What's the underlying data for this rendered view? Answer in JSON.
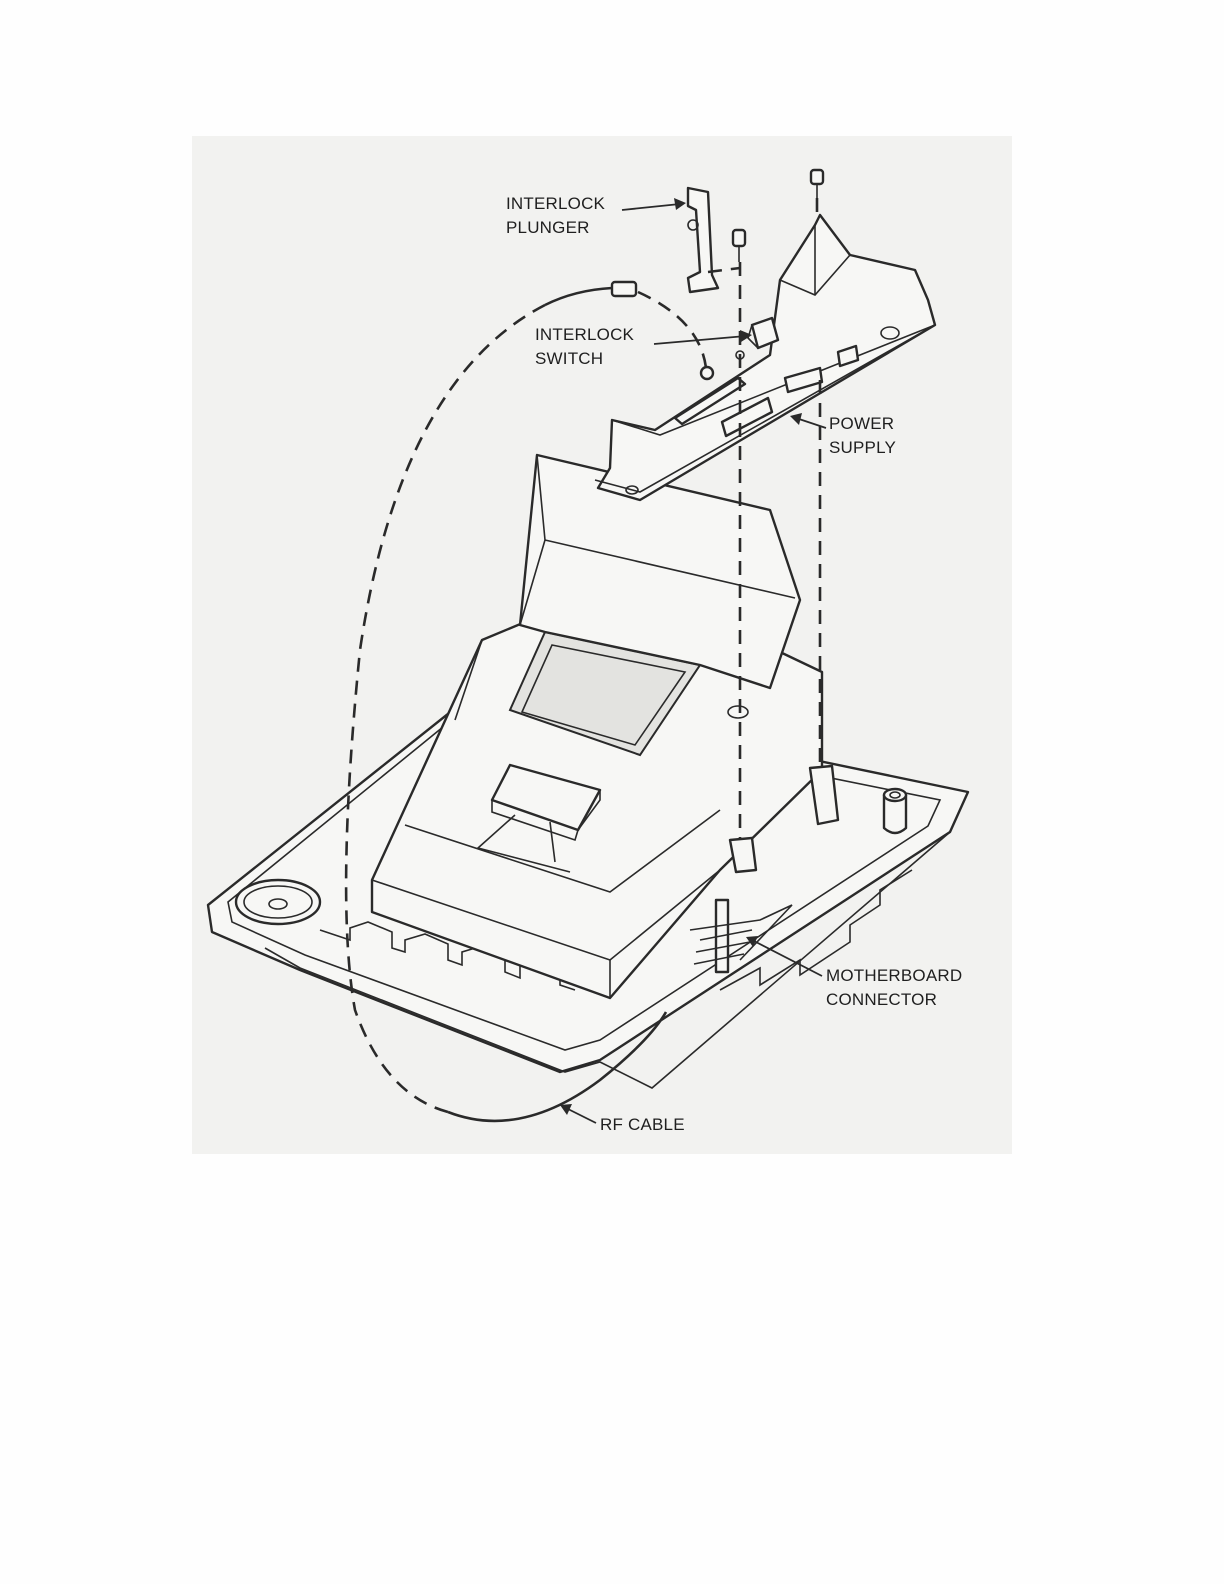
{
  "figure": {
    "labels": {
      "interlock_plunger": [
        "INTERLOCK",
        "PLUNGER"
      ],
      "interlock_switch": [
        "INTERLOCK",
        "SWITCH"
      ],
      "power_supply": [
        "POWER",
        "SUPPLY"
      ],
      "motherboard_connector": [
        "MOTHERBOARD",
        "CONNECTOR"
      ],
      "rf_cable": "RF CABLE"
    },
    "parts": [
      "base-tray",
      "crt-housing",
      "open-cover-flap",
      "power-supply-board",
      "interlock-plunger",
      "interlock-switch",
      "mounting-screw",
      "motherboard-connector",
      "rf-cable",
      "speaker",
      "standoff-post"
    ]
  }
}
